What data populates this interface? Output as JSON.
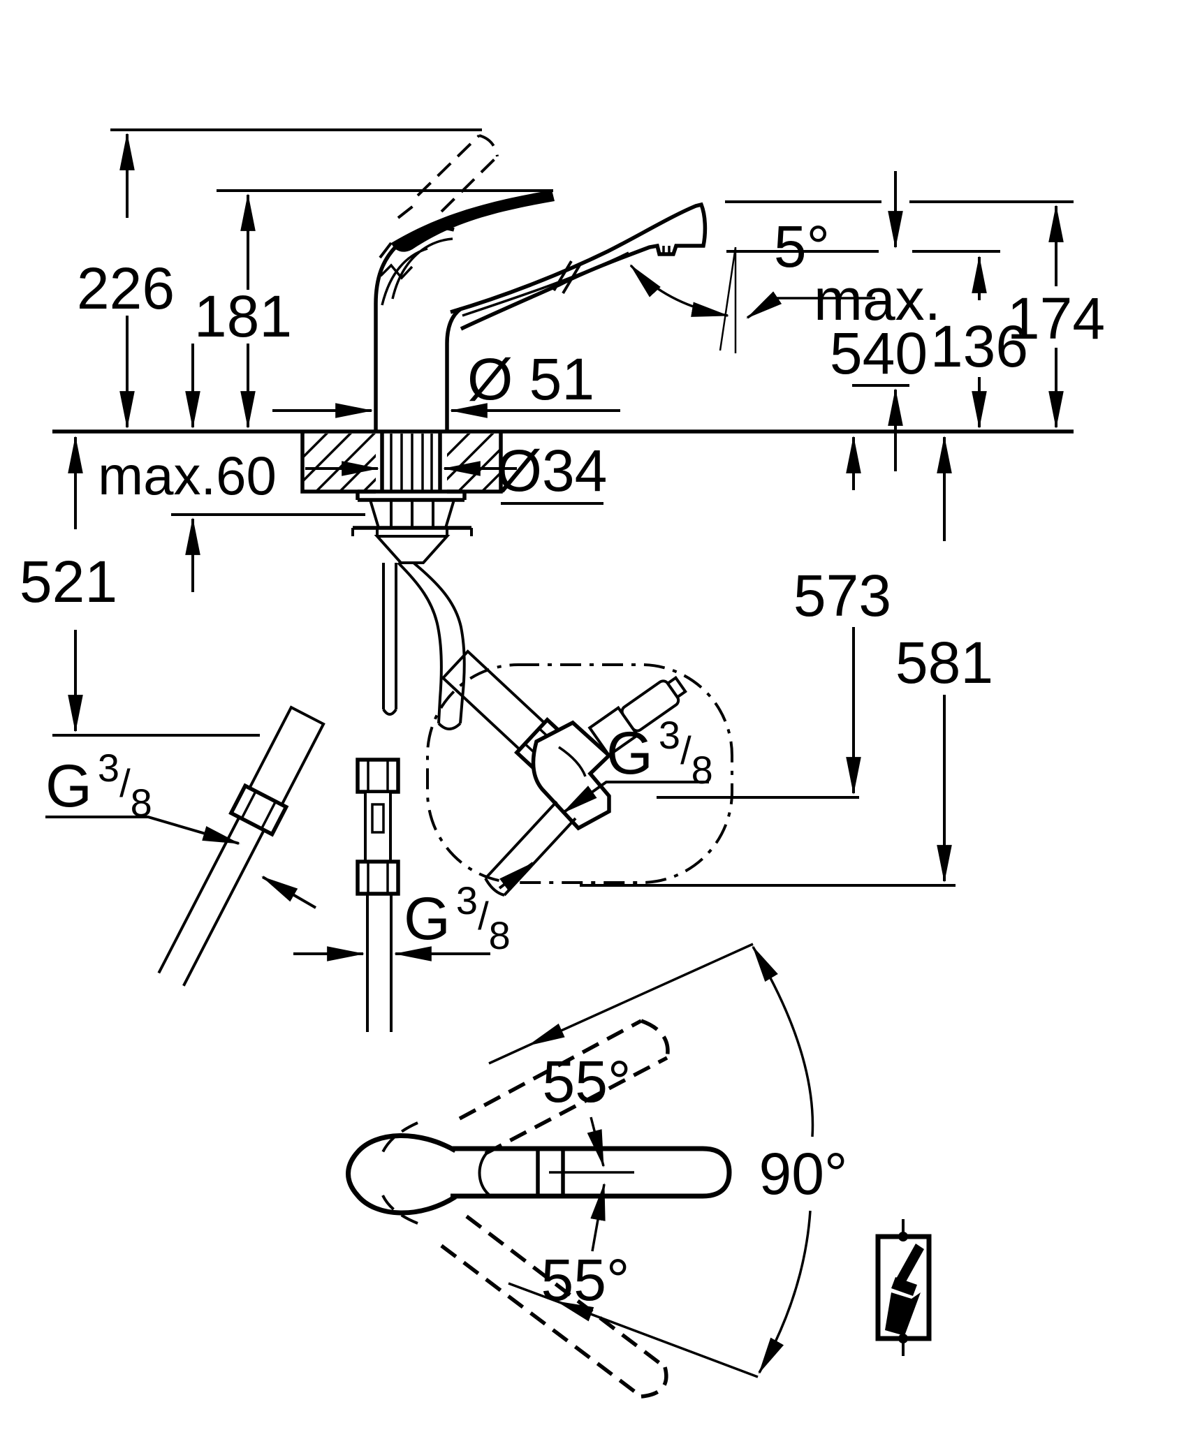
{
  "drawing": {
    "type": "technical-dimension-diagram",
    "subject": "single-lever kitchen mixer with pull-out spray - installation dimensions",
    "units": "mm",
    "colors": {
      "ink": "#000000",
      "background": "#ffffff"
    },
    "dimensions": {
      "overall_height": "226",
      "body_height": "181",
      "spout_tilt": "5°",
      "max_label": "max.",
      "max_pullout": "540",
      "outlet_height": "136",
      "top_height": "174",
      "base_diameter": "Ø 51",
      "max_counter_thickness": "max.60",
      "hole_diameter": "Ø34",
      "hose_drop_left": "521",
      "hose_drop_mid": "573",
      "hose_drop_right": "581"
    },
    "threads": {
      "g": "G",
      "numerator": "3",
      "slash": "/",
      "denominator": "8"
    },
    "handle_swivel": {
      "upper": "55°",
      "total": "90°",
      "lower": "55°"
    },
    "symbols": {
      "flash": "lightning-bolt-icon"
    }
  }
}
